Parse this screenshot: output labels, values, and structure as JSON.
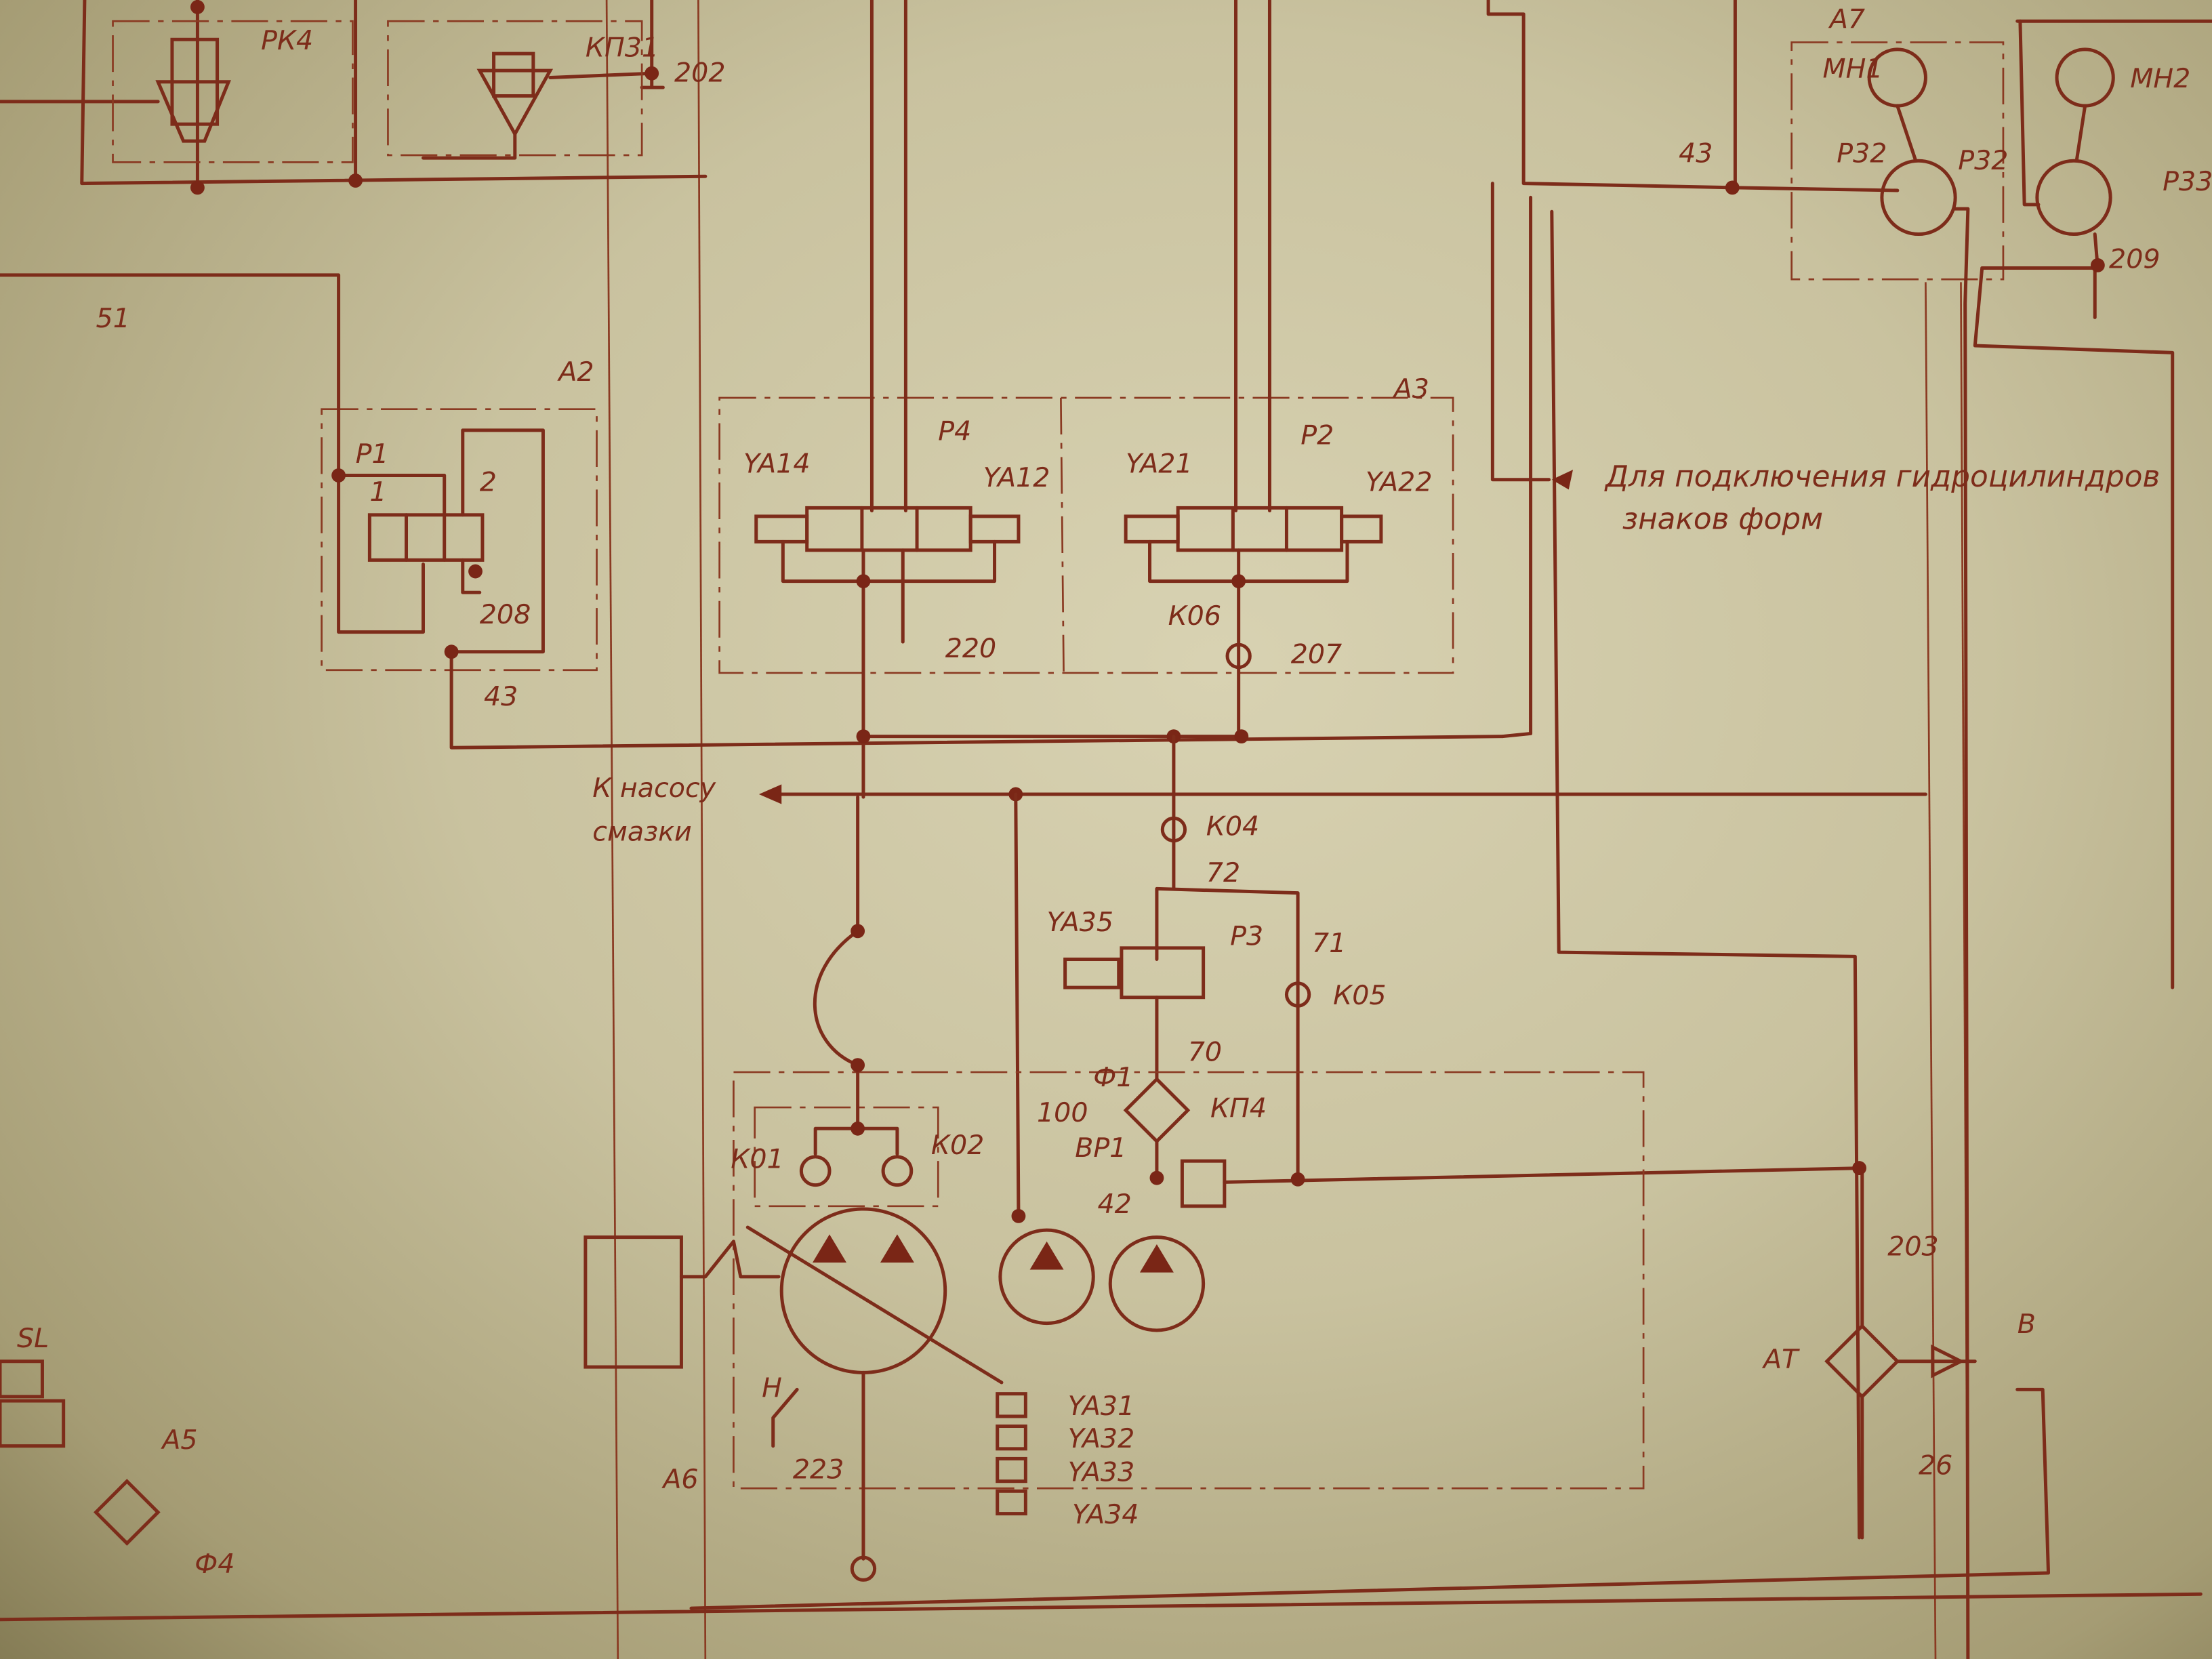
{
  "labels": {
    "rk4": "РК4",
    "kp31": "КП31",
    "n202": "202",
    "n51": "51",
    "a2": "А2",
    "p1": "Р1",
    "port1": "1",
    "port2": "2",
    "n208": "208",
    "n43a": "43",
    "ya14": "YA14",
    "p4": "Р4",
    "ya12": "YA12",
    "n220": "220",
    "ya21": "YA21",
    "p2": "Р2",
    "a3": "А3",
    "ya22": "YA22",
    "k06": "К06",
    "n207": "207",
    "to_pump_1": "К насосу",
    "to_pump_2": "смазки",
    "k04": "К04",
    "n72": "72",
    "ya35": "YA35",
    "p3": "Р3",
    "n71": "71",
    "k05": "К05",
    "n70": "70",
    "f1": "Ф1",
    "kp4": "КП4",
    "n100": "100",
    "vr1": "ВР1",
    "n42": "42",
    "k01": "К01",
    "k02": "К02",
    "h": "Н",
    "n223": "223",
    "ya31": "YA31",
    "ya32": "YA32",
    "ya33": "YA33",
    "ya34": "YA34",
    "sl": "SL",
    "a5": "А5",
    "f4": "Ф4",
    "a6": "А6",
    "n203": "203",
    "at": "АТ",
    "v": "В",
    "n26": "26",
    "n43b": "43",
    "a7": "А7",
    "mn1": "МН1",
    "mn2": "МН2",
    "p32a": "Р32",
    "p32b": "Р32",
    "p33": "Р33",
    "n209": "209"
  },
  "note": {
    "line1": "Для подключения гидроцилиндров",
    "line2": "знаков форм"
  }
}
